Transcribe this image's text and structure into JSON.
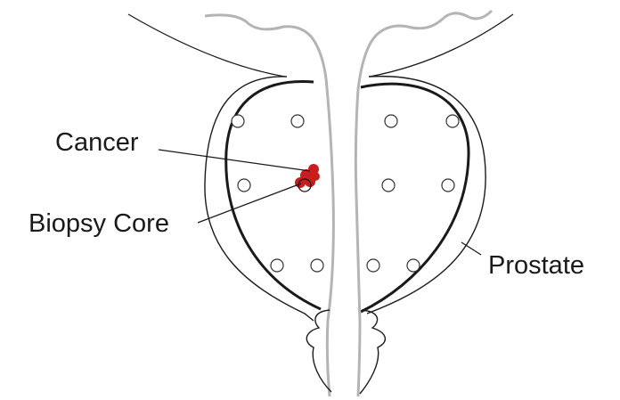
{
  "labels": {
    "cancer": "Cancer",
    "biopsy_core": "Biopsy Core",
    "prostate": "Prostate"
  },
  "colors": {
    "outline": "#1a1a1a",
    "thin_line": "#333333",
    "urethra": "#b4b4b4",
    "cancer": "#c81e1e",
    "background": "#ffffff"
  },
  "core_sites": {
    "left_lobe": 6,
    "right_lobe": 6
  }
}
